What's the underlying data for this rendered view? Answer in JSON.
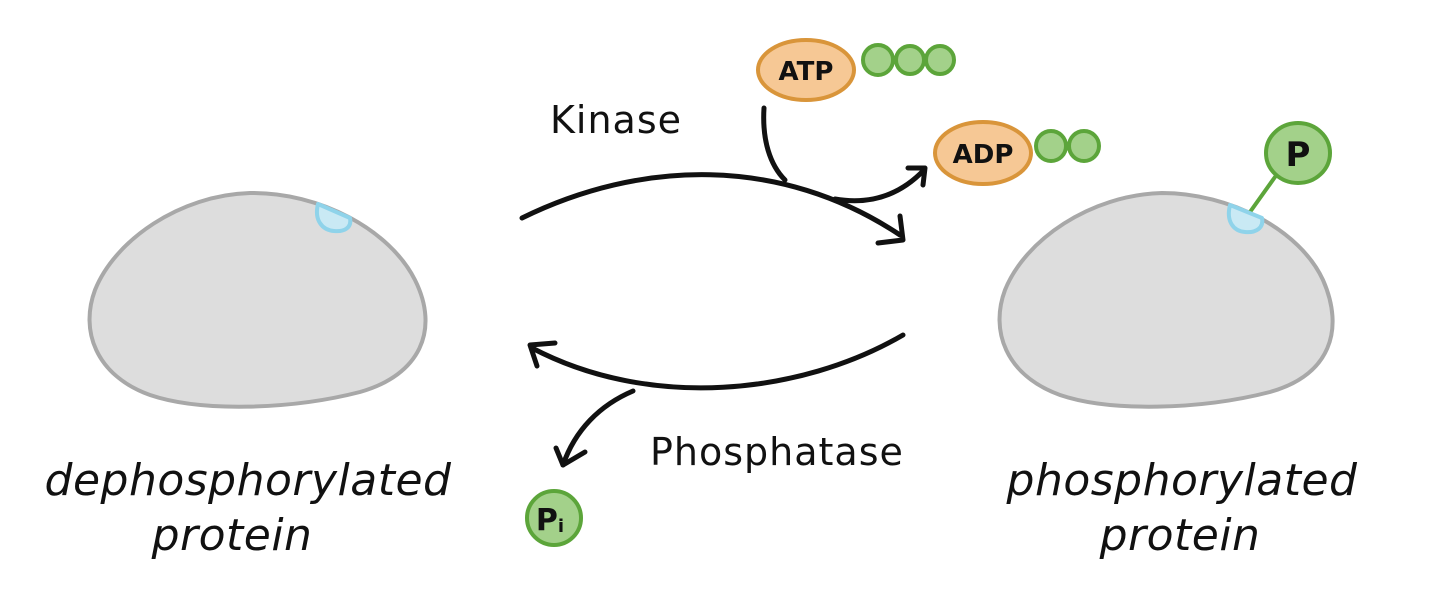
{
  "diagram": {
    "title": "Protein phosphorylation and dephosphorylation",
    "left_protein": {
      "label_line1": "dephosphorylated",
      "label_line2": "protein"
    },
    "right_protein": {
      "label_line1": "phosphorylated",
      "label_line2": "protein",
      "phosphate_label": "P"
    },
    "forward_reaction": {
      "enzyme_label": "Kinase",
      "input_molecule": "ATP",
      "output_molecule": "ADP",
      "atp_phosphate_count": 3,
      "adp_phosphate_count": 2
    },
    "reverse_reaction": {
      "enzyme_label": "Phosphatase",
      "released_molecule": "Pi",
      "released_label_main": "P",
      "released_label_sub": "i"
    },
    "colors": {
      "protein_fill": "#dddddd",
      "protein_outline": "#a8a8a8",
      "binding_site_fill": "#c9e9f4",
      "binding_site_outline": "#8fd3ea",
      "nucleoside_fill": "#f6c895",
      "nucleoside_outline": "#d9953a",
      "phosphate_fill": "#a3d18a",
      "phosphate_outline": "#5ca53a",
      "arrow": "#111111"
    }
  }
}
